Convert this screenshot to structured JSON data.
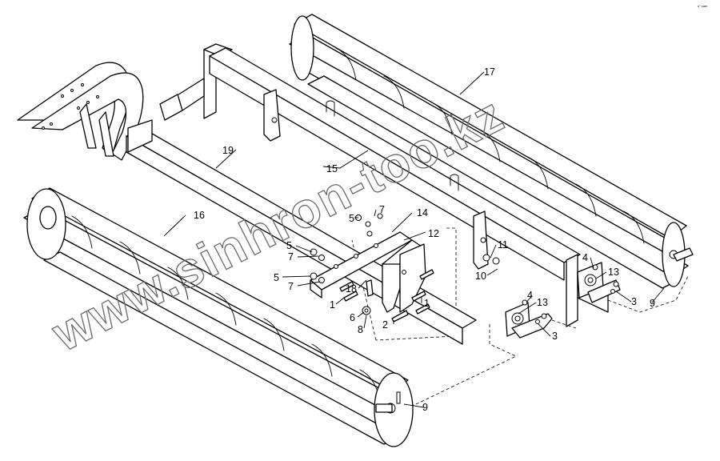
{
  "corner_note": "s° vaer",
  "watermark": "www.sinhron-too.kz",
  "callouts": {
    "c1a": "1",
    "c1b": "1",
    "c2": "2",
    "c3a": "3",
    "c3b": "3",
    "c4a": "4",
    "c4b": "4",
    "c5a": "5",
    "c5b": "5",
    "c5c": "5",
    "c6": "6",
    "c7a": "7",
    "c7b": "7",
    "c7c": "7",
    "c8": "8",
    "c9a": "9",
    "c9b": "9",
    "c10": "10",
    "c11": "11",
    "c12": "12",
    "c13a": "13",
    "c13b": "13",
    "c14": "14",
    "c15": "15",
    "c16": "16",
    "c17": "17",
    "c18": "18",
    "c19": "19"
  }
}
